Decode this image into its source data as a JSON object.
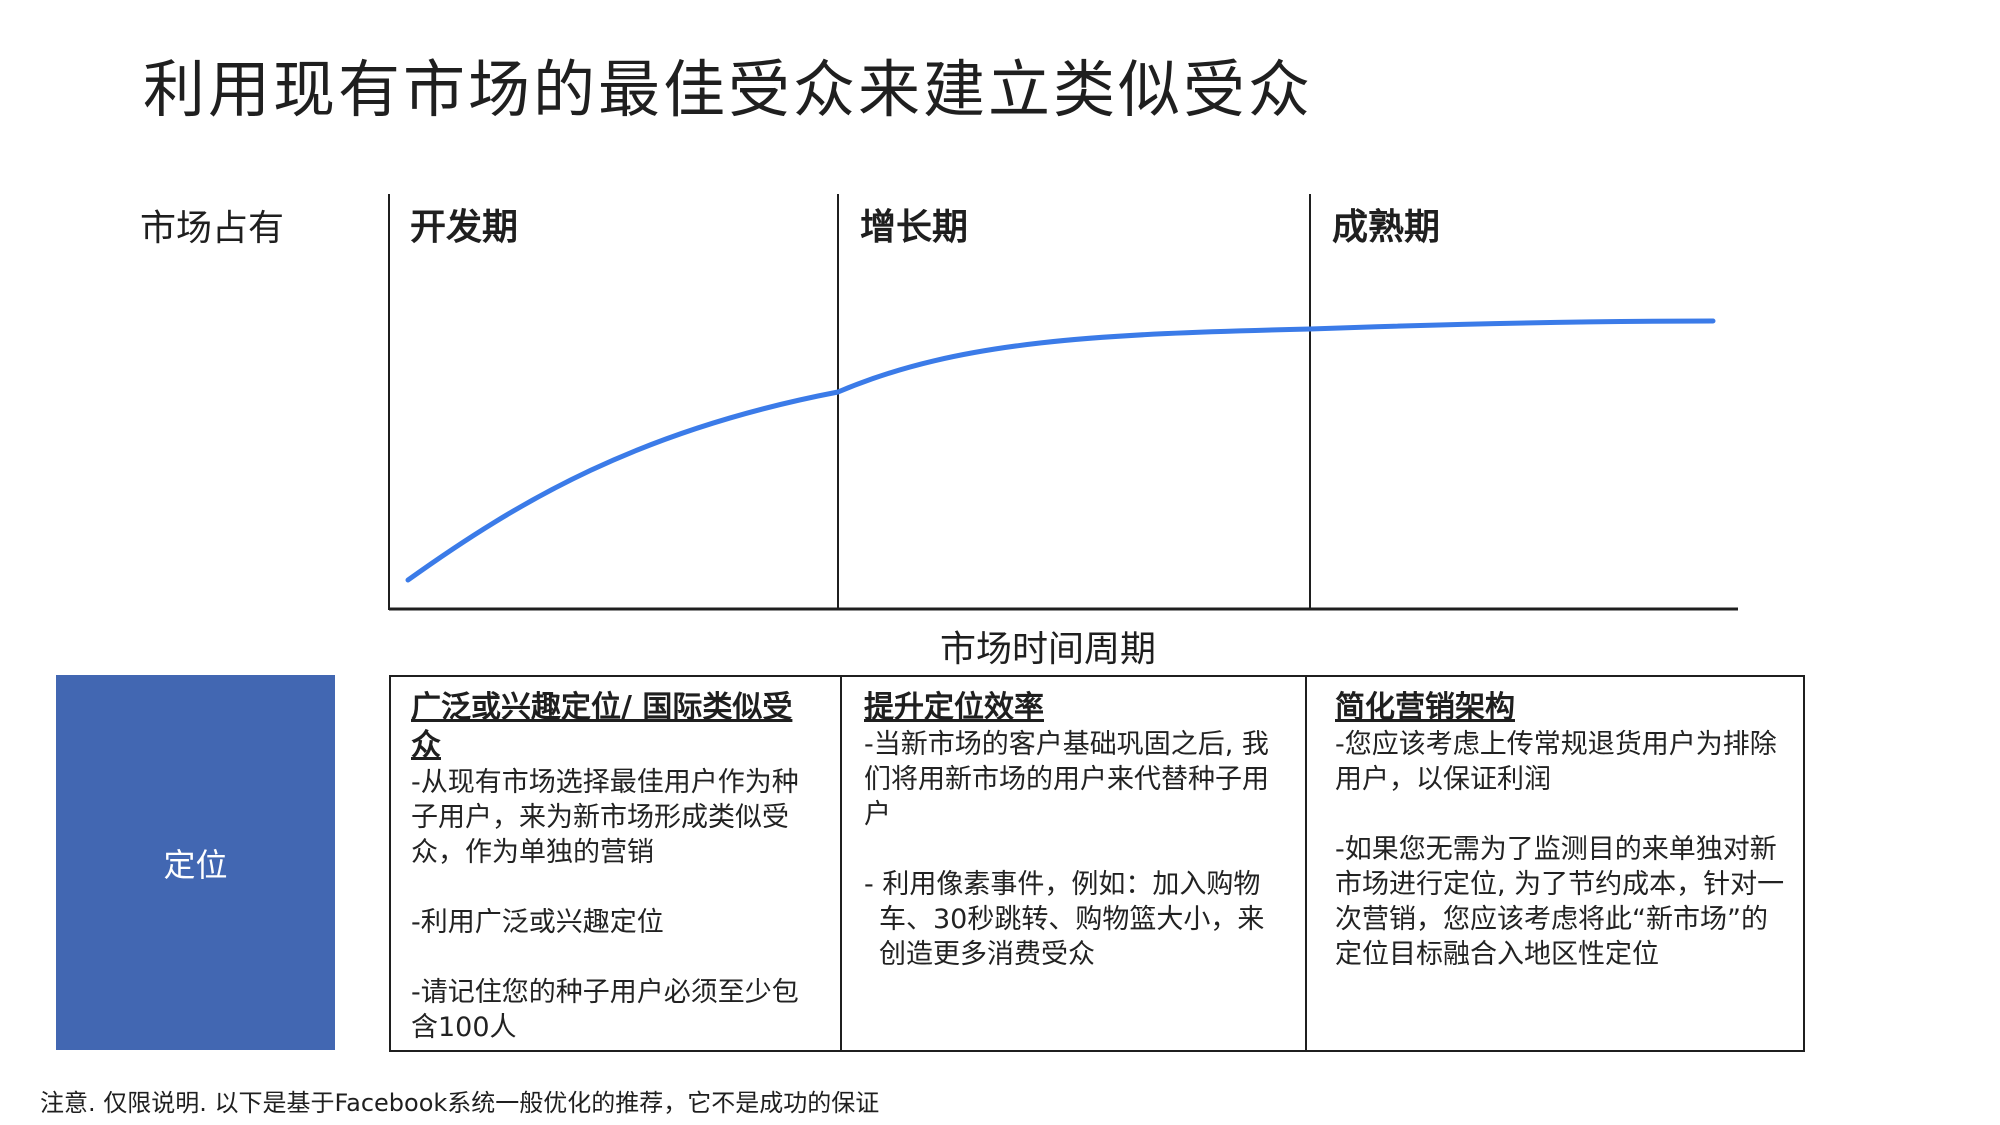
{
  "title": "利用现有市场的最佳受众来建立类似受众",
  "chart": {
    "y_axis_label": "市场占有",
    "x_axis_label": "市场时间周期",
    "phases": [
      {
        "label": "开发期"
      },
      {
        "label": "增长期"
      },
      {
        "label": "成熟期"
      }
    ],
    "curve_color": "#3B7BE8",
    "axis_color": "#1f1f1f"
  },
  "chart_data": {
    "type": "line",
    "title": "利用现有市场的最佳受众来建立类似受众",
    "xlabel": "市场时间周期",
    "ylabel": "市场占有",
    "categories": [
      "开发期",
      "增长期",
      "成熟期"
    ],
    "series": [
      {
        "name": "市场占有",
        "x": [
          0,
          0.12,
          0.25,
          0.33,
          0.5,
          0.6,
          0.67,
          0.8,
          1.0
        ],
        "values": [
          0.07,
          0.28,
          0.46,
          0.56,
          0.72,
          0.78,
          0.81,
          0.83,
          0.85
        ]
      }
    ],
    "phase_boundaries_x": [
      0.33,
      0.67
    ],
    "grid": false,
    "legend": "none"
  },
  "positioning": {
    "label": "定位",
    "color": "#4267B2"
  },
  "columns": [
    {
      "heading": "广泛或兴趣定位/ 国际类似受众",
      "paragraphs": [
        "-从现有市场选择最佳用户作为种子用户，来为新市场形成类似受众，作为单独的营销",
        "-利用广泛或兴趣定位",
        "-请记住您的种子用户必须至少包含100人"
      ]
    },
    {
      "heading": "提升定位效率",
      "paragraphs": [
        "-当新市场的客户基础巩固之后, 我们将用新市场的用户来代替种子用户",
        "- 利用像素事件，例如：加入购物车、30秒跳转、购物篮大小，来创造更多消费受众"
      ]
    },
    {
      "heading": "简化营销架构",
      "paragraphs": [
        "-您应该考虑上传常规退货用户为排除用户，以保证利润",
        "-如果您无需为了监测目的来单独对新市场进行定位, 为了节约成本，针对一次营销，您应该考虑将此“新市场”的定位目标融合入地区性定位"
      ]
    }
  ],
  "footer": "注意. 仅限说明. 以下是基于Facebook系统一般优化的推荐，它不是成功的保证"
}
